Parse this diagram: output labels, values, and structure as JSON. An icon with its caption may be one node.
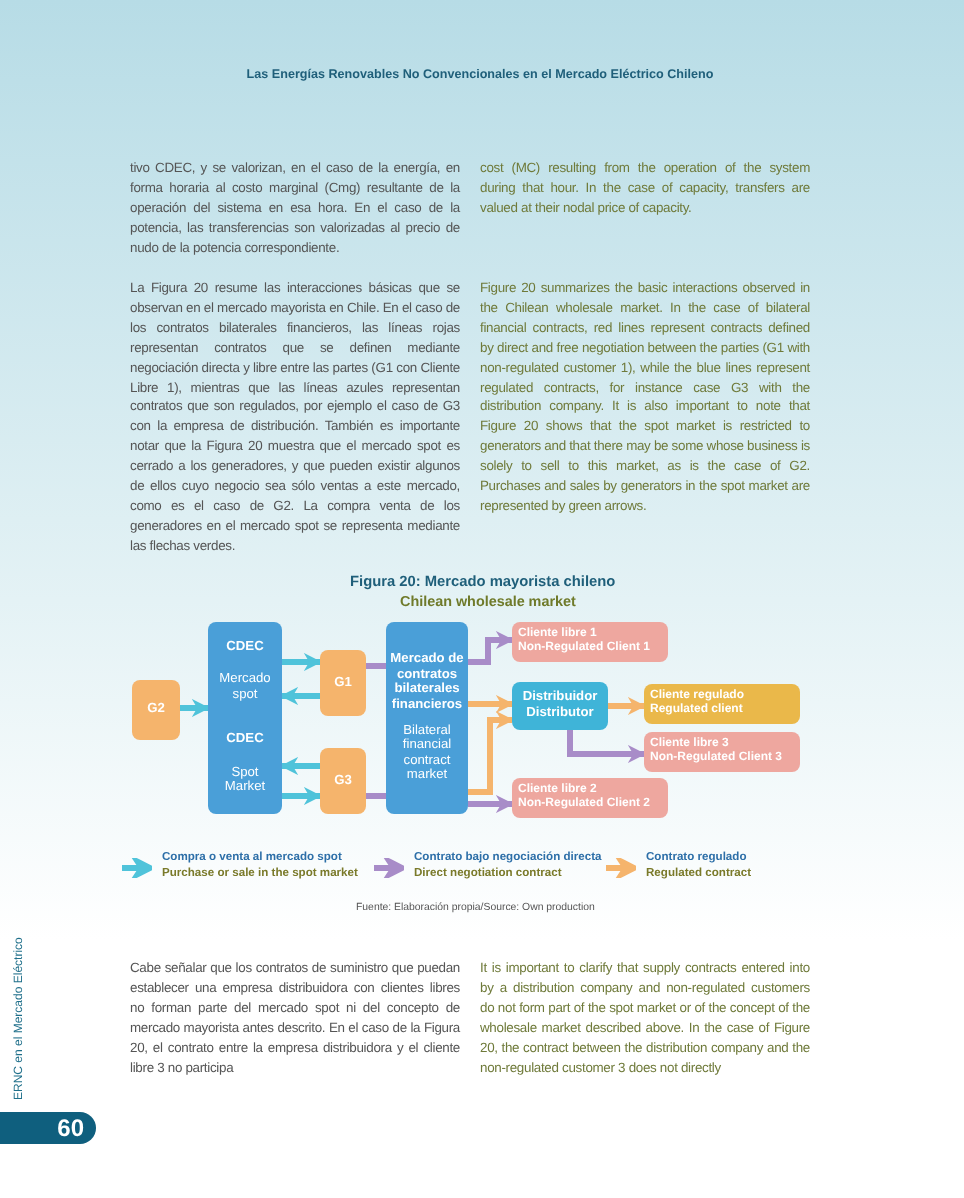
{
  "diagram": {
    "title": "Figura 20: Mercado mayorista chileno",
    "caption": "Fuente: Elaboración propia/Source: Own production",
    "nodes": [
      {
        "text": [
          "CDEC",
          "Mercado spot",
          "CDEC",
          "Spot Market"
        ]
      },
      {
        "text": [
          "G2"
        ]
      },
      {
        "text": [
          "G1"
        ]
      },
      {
        "text": [
          "G3"
        ]
      },
      {
        "text": [
          "Mercado de contratos bilaterales financieros",
          "Bilateral financial contract market"
        ]
      },
      {
        "text": [
          "Cliente libre 1",
          "Non-Regulated Client 1"
        ]
      },
      {
        "text": [
          "Distribuidor",
          "Distributor"
        ]
      },
      {
        "text": [
          "Cliente regulado",
          "Regulated client"
        ]
      },
      {
        "text": [
          "Cliente libre 3",
          "Non-Regulated Client 3"
        ]
      },
      {
        "text": [
          "Cliente libre 2",
          "Non-Regulated Client 2"
        ]
      }
    ],
    "edges": [
      {
        "from": 1,
        "to": 0,
        "arrow": "to",
        "color": "#4fc3da"
      },
      {
        "from": 0,
        "to": 2,
        "arrow": "to",
        "color": "#4fc3da"
      },
      {
        "from": 2,
        "to": 0,
        "arrow": "to",
        "color": "#4fc3da"
      },
      {
        "from": 3,
        "to": 0,
        "arrow": "to",
        "color": "#4fc3da"
      },
      {
        "from": 0,
        "to": 3,
        "arrow": "to",
        "color": "#4fc3da"
      },
      {
        "from": 2,
        "to": 4,
        "arrow": "none",
        "color": "#a88cc8"
      },
      {
        "from": 4,
        "to": 5,
        "arrow": "to",
        "color": "#a88cc8"
      },
      {
        "from": 4,
        "to": 6,
        "arrow": "to",
        "color": "#f5b46c"
      },
      {
        "from": 4,
        "to": 6,
        "arrow": "to",
        "color": "#f5b46c"
      },
      {
        "from": 3,
        "to": 4,
        "arrow": "none",
        "color": "#a88cc8"
      },
      {
        "from": 4,
        "to": 9,
        "arrow": "to",
        "color": "#a88cc8"
      },
      {
        "from": 6,
        "to": 7,
        "arrow": "to",
        "color": "#f5b46c"
      },
      {
        "from": 6,
        "to": 8,
        "arrow": "to",
        "color": "#a88cc8"
      }
    ],
    "labels": [
      "Las Energías Renovables No Convencionales en el Mercado Eléctrico Chileno",
      "tivo CDEC, y se valorizan, en el caso de la energía, en forma horaria al costo marginal (Cmg) resultante de la operación del sistema en esa hora. En el caso de la potencia, las transferencias son valorizadas al precio de nudo de la potencia correspondiente.",
      "cost (MC) resulting from the operation of the system during that hour. In the case of capacity, transfers are valued at their nodal price of capacity.",
      "La Figura 20 resume las interacciones básicas que se observan en el mercado mayorista en Chile. En el caso de los contratos bilaterales financieros, las líneas rojas representan contratos que se definen mediante negociación directa y libre entre las partes (G1 con Cliente Libre 1), mientras que las líneas azules representan contratos que son regulados, por ejemplo el caso de G3 con la empresa de distribución. También es importante notar que la Figura 20 muestra que el mercado spot es cerrado a los generadores, y que pueden existir algunos de ellos cuyo negocio sea sólo ventas a este mercado, como es el caso de G2. La compra venta de los generadores en el mercado spot se representa mediante las flechas verdes.",
      "Figure 20 summarizes the basic interactions observed in the Chilean wholesale market. In the case of bilateral financial contracts, red lines represent contracts defined by direct and free negotiation between the parties (G1 with non-regulated customer 1), while the blue lines represent regulated contracts, for instance case G3 with the distribution company. It is also important to note that Figure 20 shows that the spot market is restricted to generators and that there may be some whose business is solely to sell to this market, as is the case of G2. Purchases and sales by generators in the spot market are represented by green arrows.",
      "Chilean wholesale market",
      "Cabe señalar que los contratos de suministro que puedan establecer una empresa distribuidora con clientes libres no forman parte del mercado spot ni del concepto de mercado mayorista antes descrito. En el caso de la Figura 20, el contrato entre la empresa distribuidora y el cliente libre 3 no participa",
      "It is important to clarify that supply contracts entered into by a distribution company and non-regulated customers do not form part of the spot market or of the concept of the wholesale market described above. In the case of Figure 20, the contract between the distribution company and the non-regulated customer 3 does not directly",
      "ERNC en el Mercado Eléctrico",
      "60"
    ],
    "legend": [
      {
        "text": "Compra o venta al mercado spot"
      },
      {
        "text": "Purchase or sale in the spot market"
      },
      {
        "text": "Contrato bajo negociación directa"
      },
      {
        "text": "Direct negotiation contract"
      },
      {
        "text": "Contrato regulado"
      },
      {
        "text": "Regulated contract"
      }
    ]
  }
}
